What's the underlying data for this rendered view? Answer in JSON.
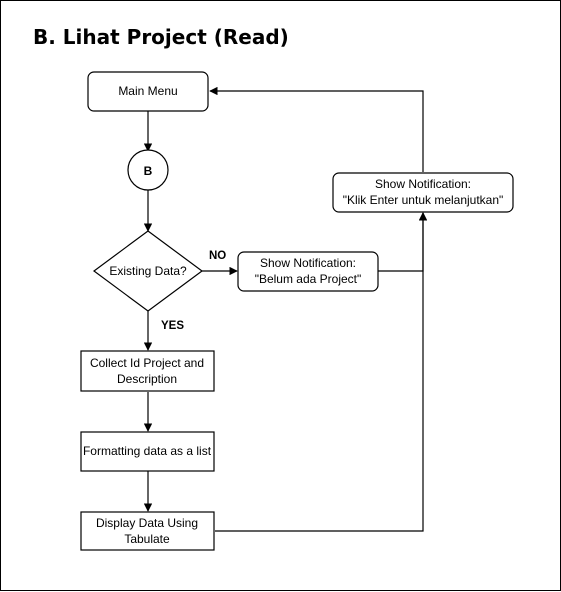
{
  "title": "B. Lihat Project (Read)",
  "nodes": {
    "main_menu": "Main Menu",
    "connector_b": "B",
    "decision": "Existing Data?",
    "notif_empty": [
      "Show Notification:",
      "\"Belum ada Project\""
    ],
    "notif_enter": [
      "Show Notification:",
      "\"Klik Enter untuk melanjutkan\""
    ],
    "collect": [
      "Collect Id Project and",
      "Description"
    ],
    "format": "Formatting data as a list",
    "display": [
      "Display Data Using",
      "Tabulate"
    ]
  },
  "edges": {
    "no": "NO",
    "yes": "YES"
  }
}
